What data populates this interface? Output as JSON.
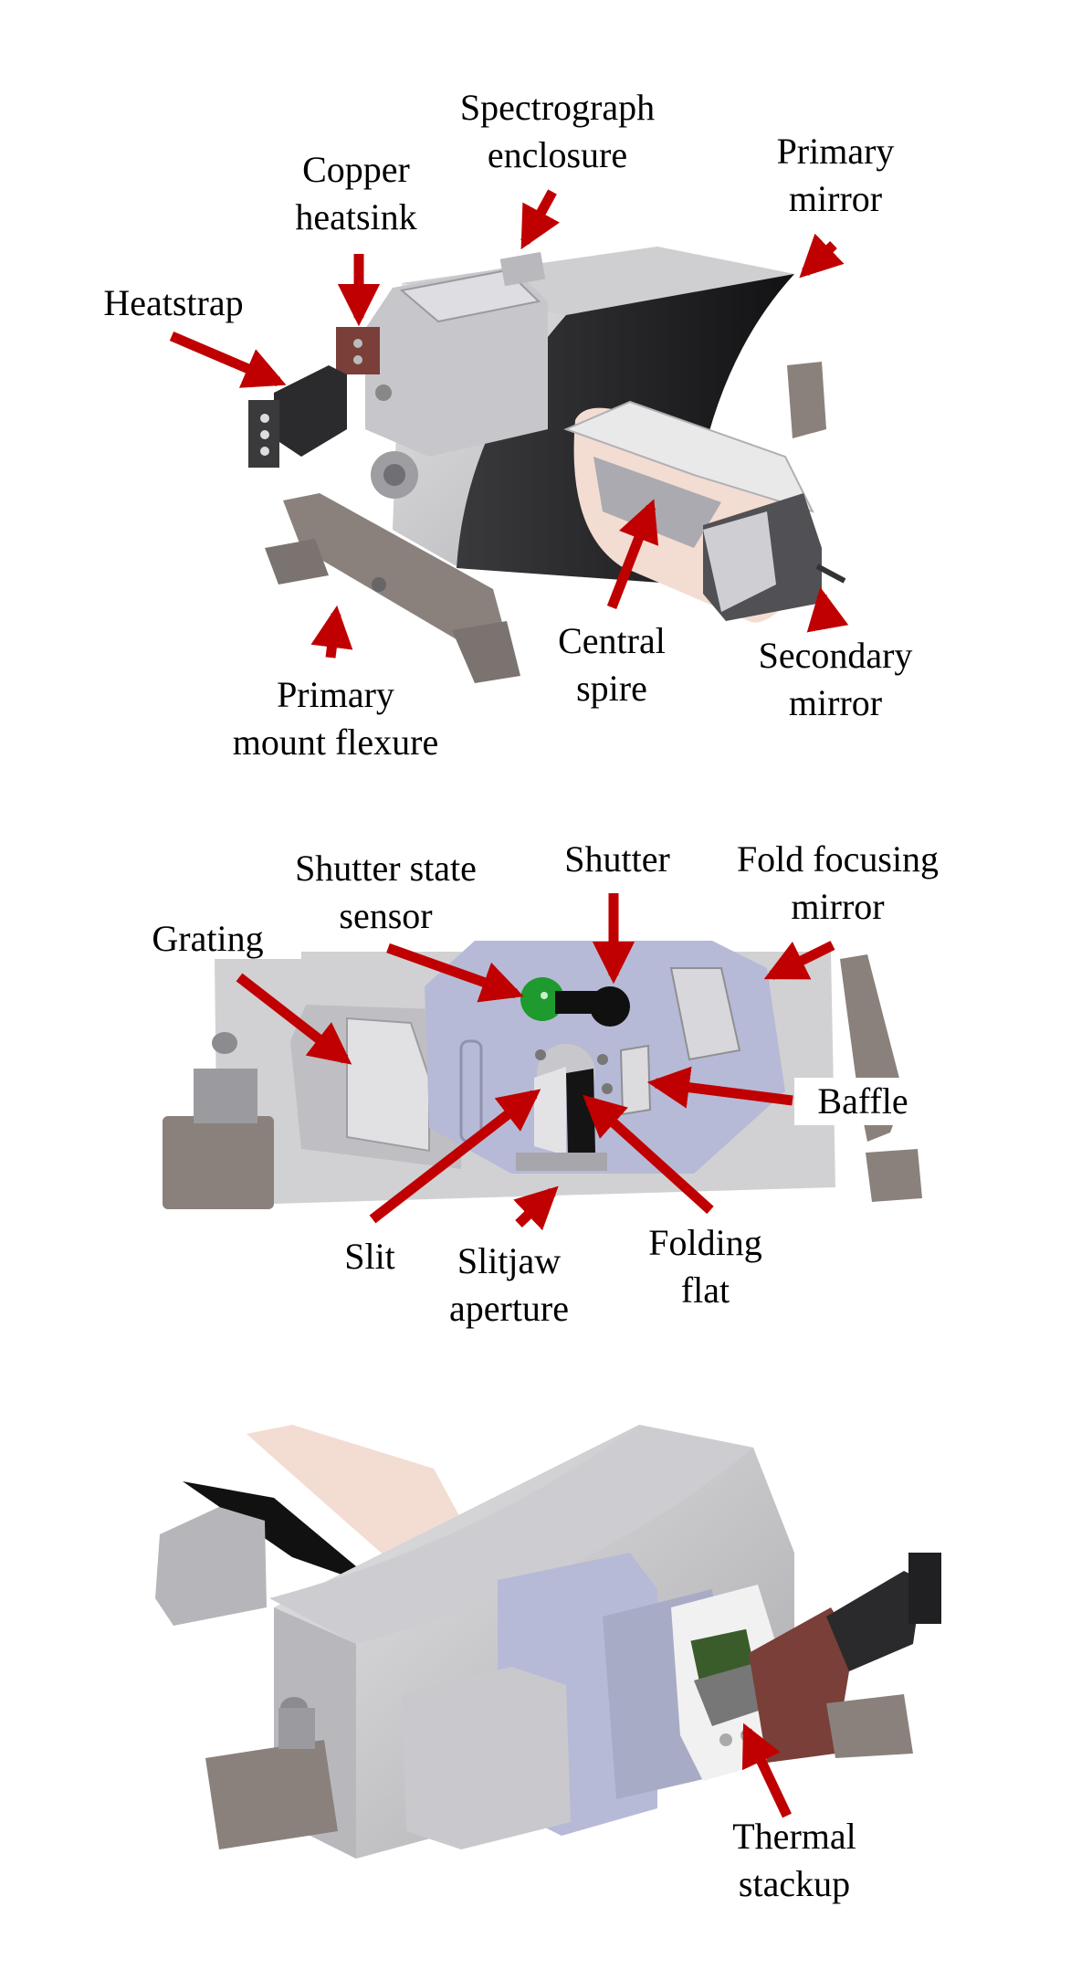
{
  "colors": {
    "arrow": "#c00000",
    "metal_light": "#d4d4d6",
    "metal_mid": "#a9a9ad",
    "metal_dark": "#7b7b80",
    "mirror_black": "#1c1c1e",
    "bracket": "#7d7470",
    "enclosure_blue": "#b7bad6",
    "copper": "#7a3f38",
    "sensor_green": "#1e9a2e",
    "peach": "#f3dcd2"
  },
  "panel1": {
    "spectrograph_enclosure": [
      "Spectrograph",
      "enclosure"
    ],
    "copper_heatsink": [
      "Copper",
      "heatsink"
    ],
    "primary_mirror": [
      "Primary",
      "mirror"
    ],
    "heatstrap": [
      "Heatstrap"
    ],
    "central_spire": [
      "Central",
      "spire"
    ],
    "secondary_mirror": [
      "Secondary",
      "mirror"
    ],
    "primary_mount_flexure": [
      "Primary",
      "mount flexure"
    ]
  },
  "panel2": {
    "shutter_state_sensor": [
      "Shutter state",
      "sensor"
    ],
    "shutter": [
      "Shutter"
    ],
    "fold_focusing_mirror": [
      "Fold focusing",
      "mirror"
    ],
    "grating": [
      "Grating"
    ],
    "baffle": [
      "Baffle"
    ],
    "slit": [
      "Slit"
    ],
    "slitjaw_aperture": [
      "Slitjaw",
      "aperture"
    ],
    "folding_flat": [
      "Folding",
      "flat"
    ]
  },
  "panel3": {
    "thermal_stackup": [
      "Thermal",
      "stackup"
    ]
  }
}
